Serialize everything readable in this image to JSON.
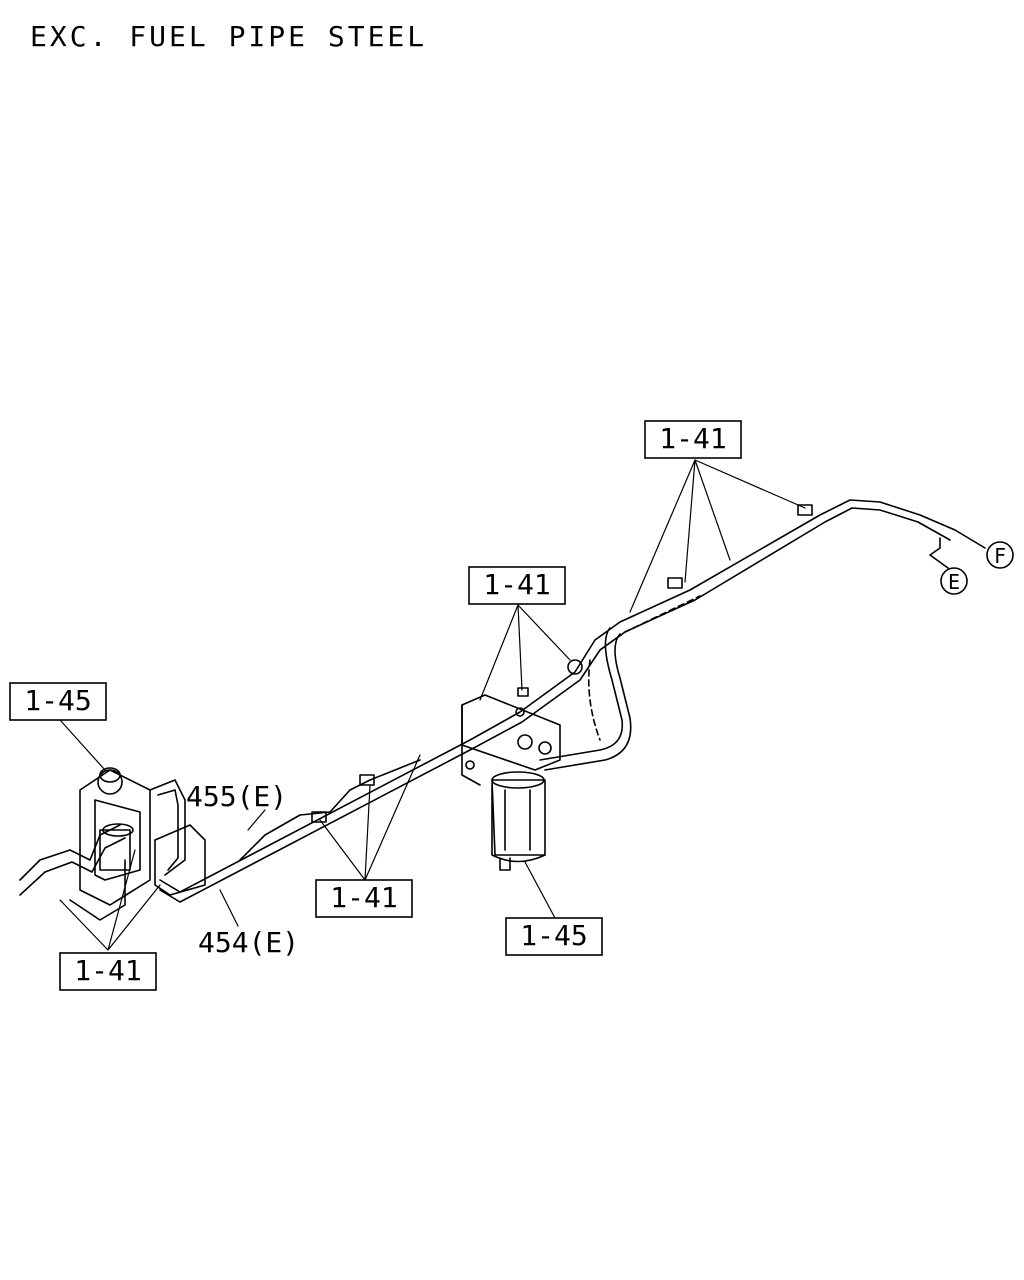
{
  "title": "EXC. FUEL PIPE STEEL",
  "callouts": {
    "clip_top_right": "1-41",
    "clip_center": "1-41",
    "filter_left": "1-45",
    "clip_lower_center": "1-41",
    "filter_center": "1-45",
    "clip_bottom_left": "1-41"
  },
  "part_labels": {
    "pipe_455": "455(E)",
    "pipe_454": "454(E)"
  },
  "connection_markers": {
    "F": "F",
    "E": "E"
  }
}
